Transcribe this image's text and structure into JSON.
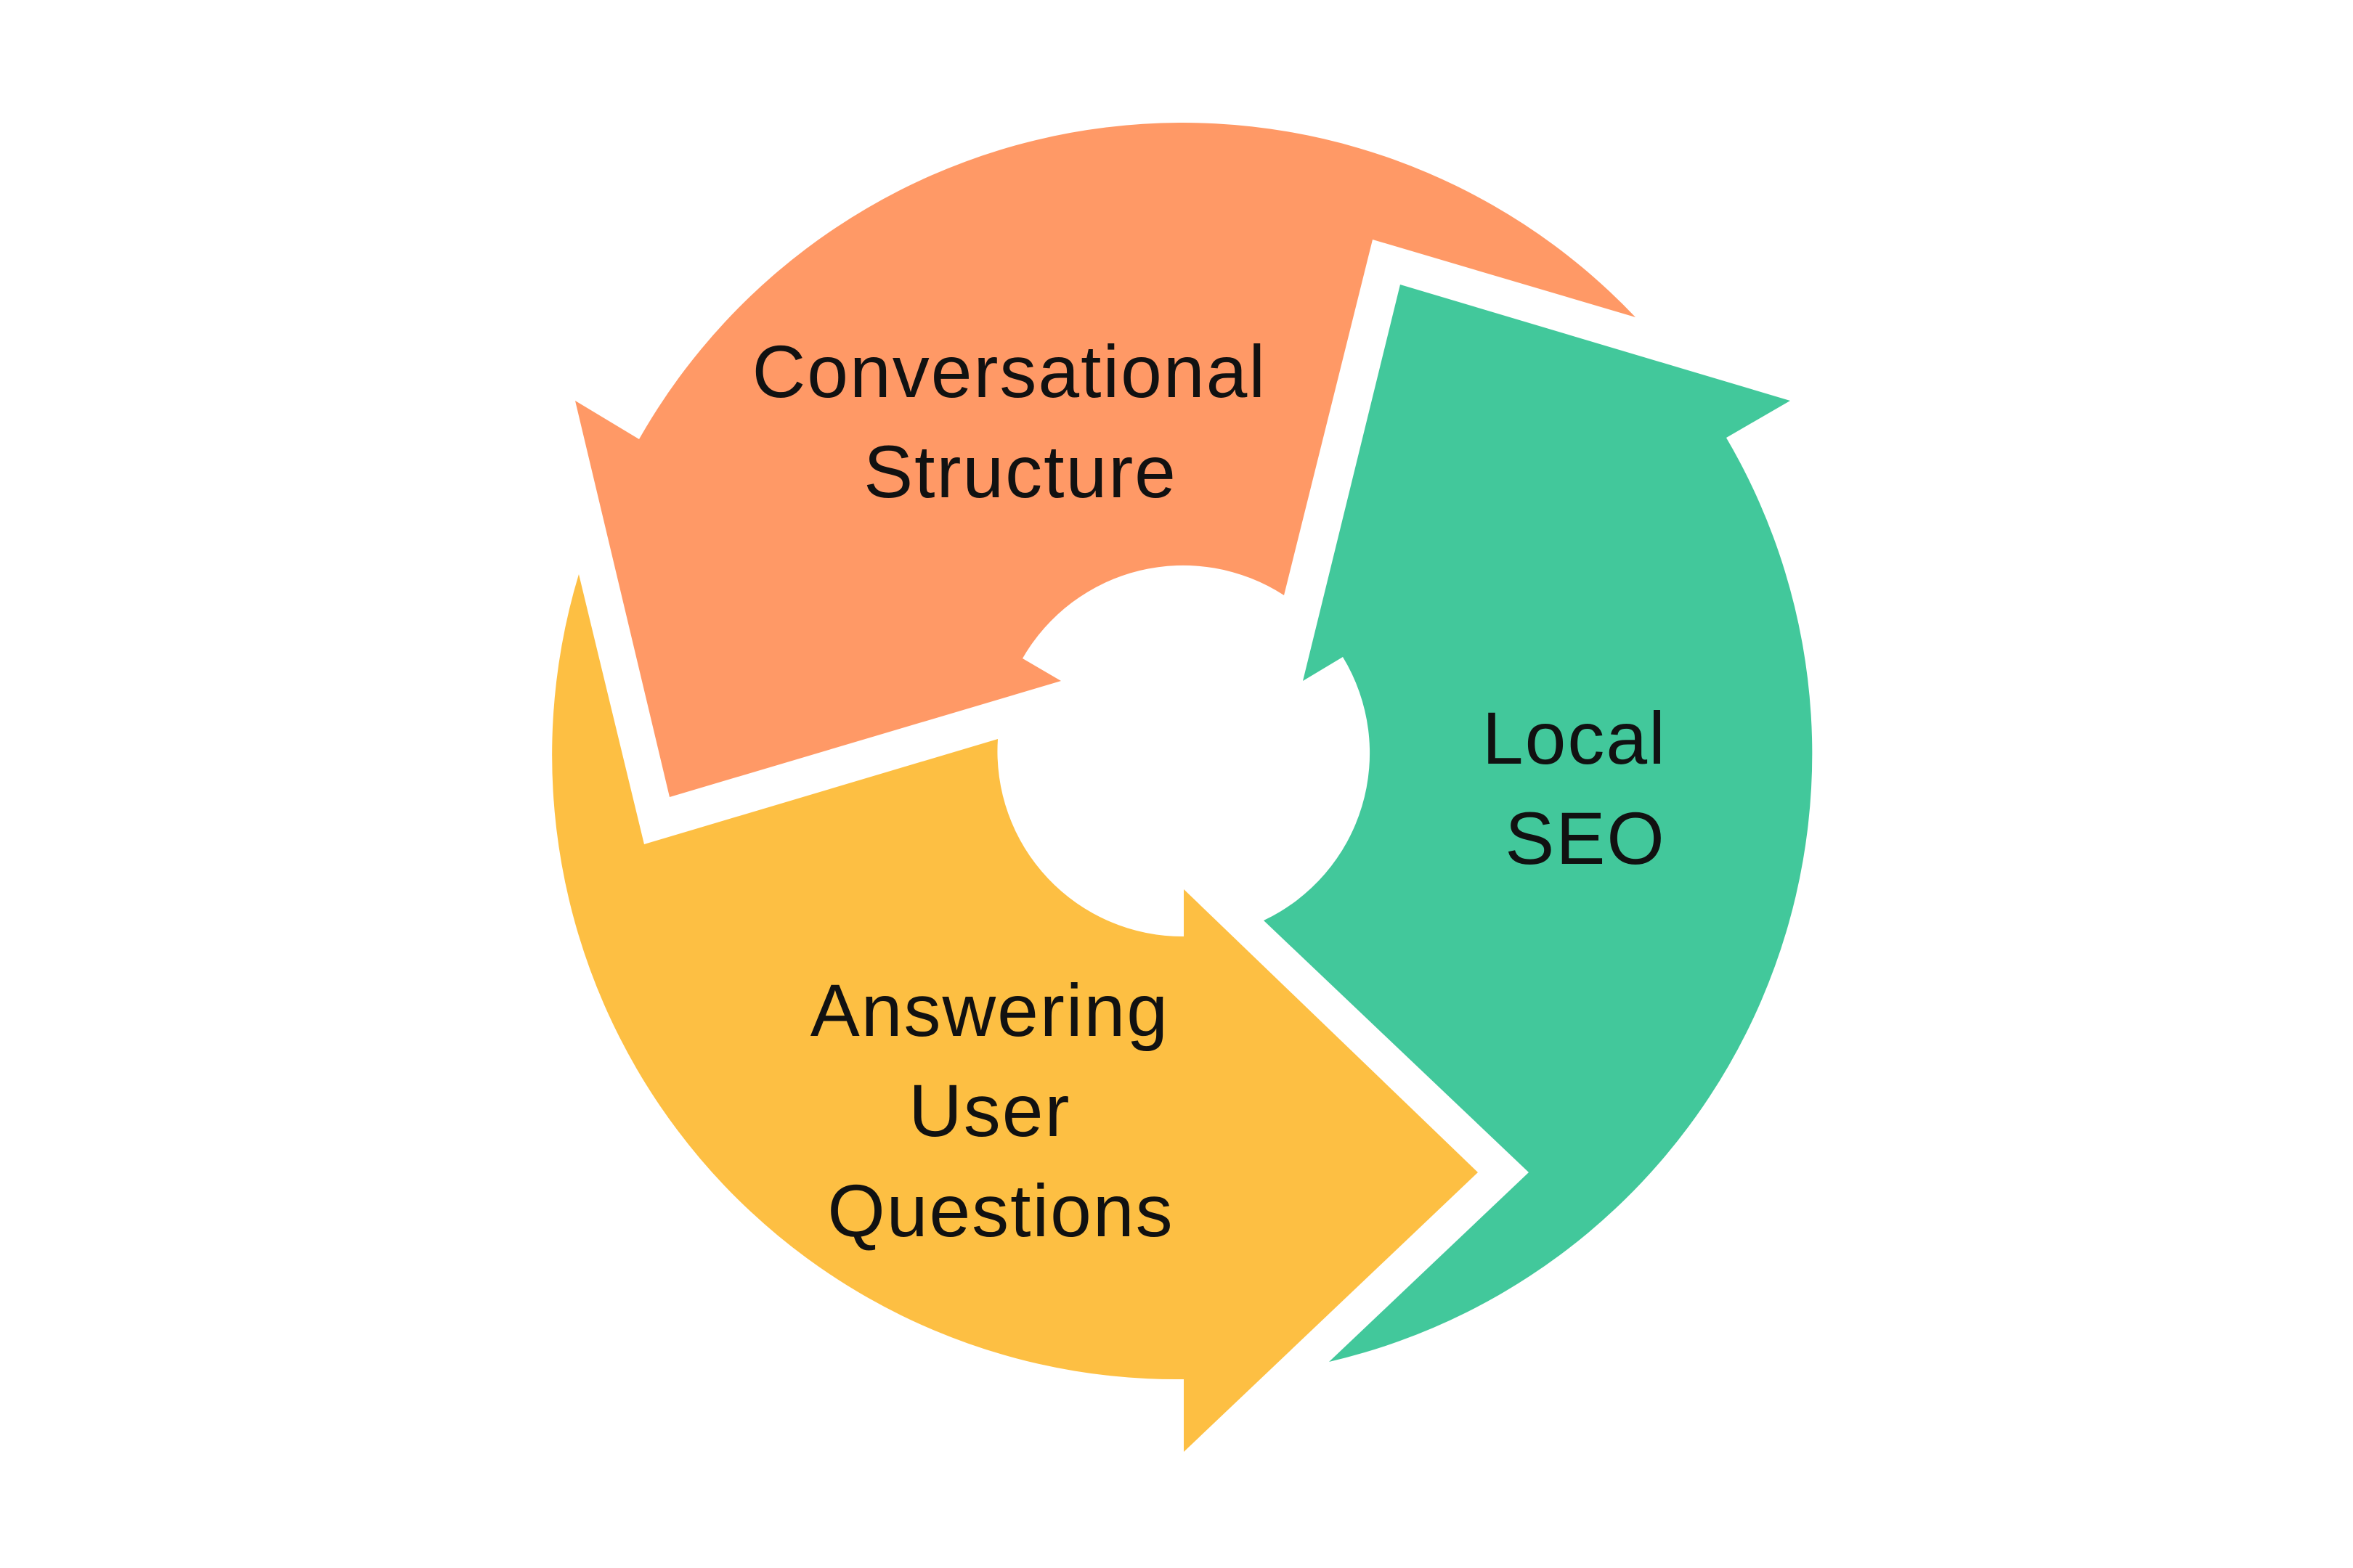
{
  "diagram": {
    "type": "cycle",
    "segments": [
      {
        "id": "conversational-structure",
        "lines": [
          "Conversational",
          "Structure"
        ],
        "color": "#FF9966"
      },
      {
        "id": "local-seo",
        "lines": [
          "Local",
          "SEO"
        ],
        "color": "#42C89B"
      },
      {
        "id": "answering-user-questions",
        "lines": [
          "Answering",
          "User",
          "Questions"
        ],
        "color": "#FDBF43"
      }
    ]
  }
}
